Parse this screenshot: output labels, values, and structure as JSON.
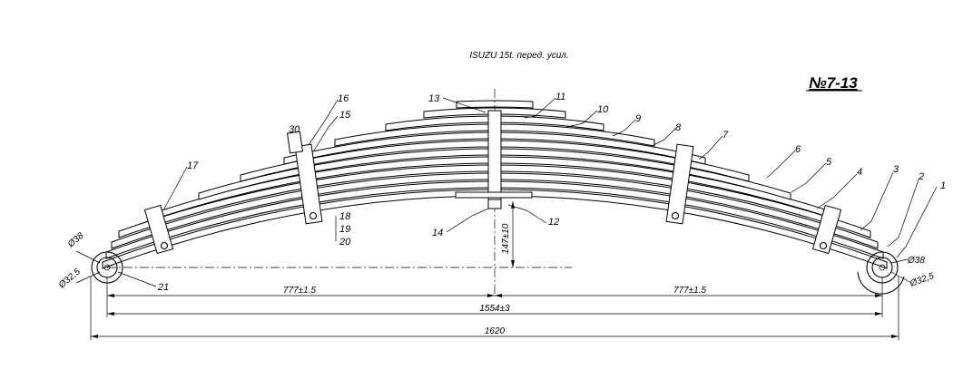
{
  "drawing": {
    "title": "ISUZU 15t. перед. усил.",
    "number": "№7-13",
    "part_labels": [
      "1",
      "2",
      "3",
      "4",
      "5",
      "6",
      "7",
      "8",
      "9",
      "10",
      "11",
      "12",
      "13",
      "14",
      "15",
      "16",
      "17",
      "18",
      "19",
      "20",
      "21",
      "30"
    ],
    "dimensions": {
      "half_left": "777±1.5",
      "half_right": "777±1.5",
      "eye_span": "1554±3",
      "overall": "1620",
      "arc_height": "147±10",
      "eye_d_left_outer": "Ø38",
      "eye_d_left_inner": "Ø32,5",
      "eye_d_right_outer": "Ø38",
      "eye_d_right_inner": "Ø32,5"
    }
  }
}
